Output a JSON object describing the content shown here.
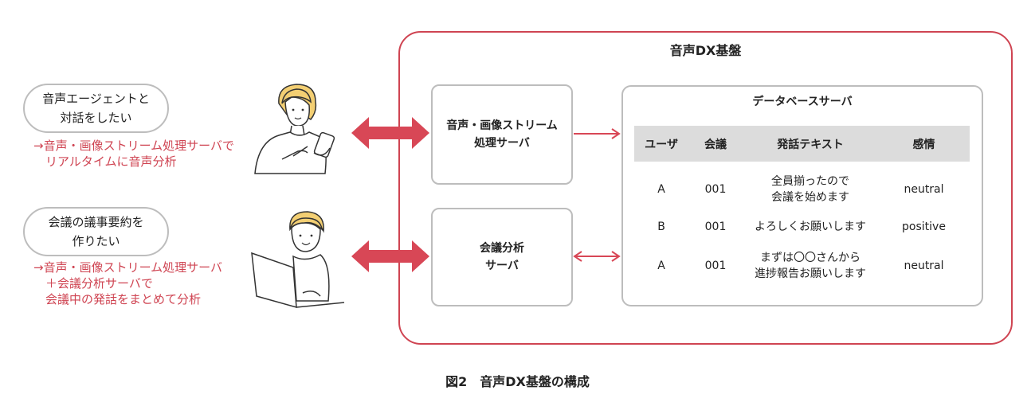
{
  "left": {
    "bubble1": "音声エージェントと\n対話をしたい",
    "note1": "→音声・画像ストリーム処理サーバで\n　リアルタイムに音声分析",
    "bubble2": "会議の議事要約を\n作りたい",
    "note2": "→音声・画像ストリーム処理サーバ\n　＋会議分析サーバで\n　会議中の発話をまとめて分析"
  },
  "platform": {
    "title": "音声DX基盤",
    "stream_server": "音声・画像ストリーム\n処理サーバ",
    "analysis_server": "会議分析\nサーバ"
  },
  "database": {
    "title": "データベースサーバ",
    "headers": [
      "ユーザ",
      "会議",
      "発話テキスト",
      "感情"
    ],
    "rows": [
      [
        "A",
        "001",
        "全員揃ったので\n会議を始めます",
        "neutral"
      ],
      [
        "B",
        "001",
        "よろしくお願いします",
        "positive"
      ],
      [
        "A",
        "001",
        "まずは〇〇さんから\n進捗報告お願いします",
        "neutral"
      ]
    ]
  },
  "caption": "図2　音声DX基盤の構成",
  "colors": {
    "accent": "#cf4452",
    "border": "#bdbdbd",
    "header_bg": "#dcdcdc"
  }
}
